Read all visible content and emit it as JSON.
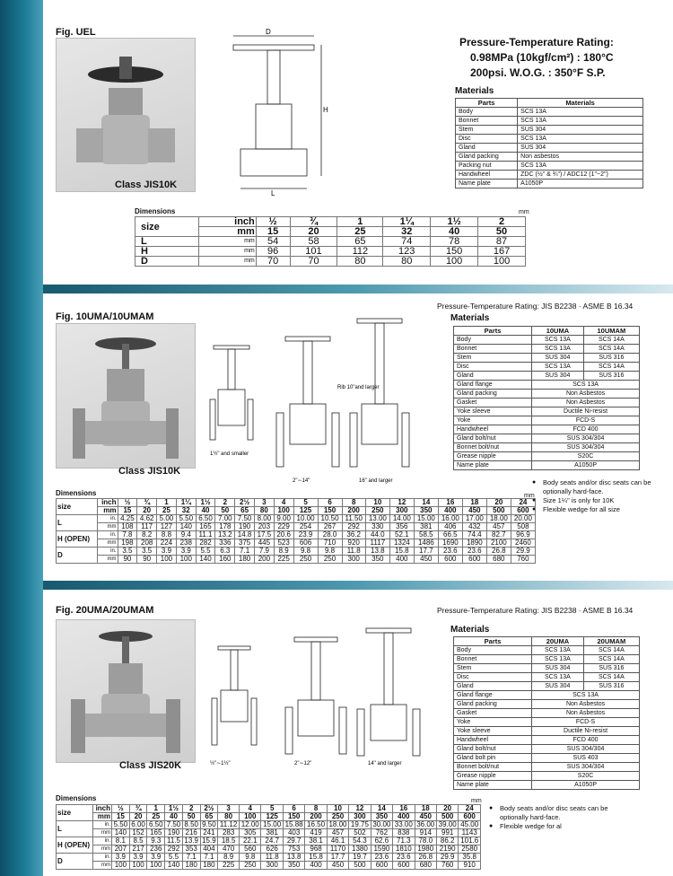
{
  "sec1": {
    "fig": "Fig. UEL",
    "class_label": "Class JIS10K",
    "rating_title": "Pressure-Temperature Rating:",
    "rating_line1": "0.98MPa (10kgf/cm²) : 180°C",
    "rating_line2": "200psi. W.O.G. : 350°F S.P.",
    "materials_title": "Materials",
    "mat_headers": [
      "Parts",
      "Materials"
    ],
    "materials": [
      [
        "Body",
        "SCS 13A"
      ],
      [
        "Bonnet",
        "SCS 13A"
      ],
      [
        "Stem",
        "SUS 304"
      ],
      [
        "Disc",
        "SCS 13A"
      ],
      [
        "Gland",
        "SUS 304"
      ],
      [
        "Gland packing",
        "Non asbestos"
      ],
      [
        "Packing nut",
        "SCS 13A"
      ],
      [
        "Handwheel",
        "ZDC (½\" & ¾\") / ADC12 (1\"~2\")"
      ],
      [
        "Name plate",
        "A1050P"
      ]
    ],
    "dim_title": "Dimensions",
    "dim_unit": "mm",
    "dim_head": [
      "size",
      "inch",
      "mm"
    ],
    "inch": [
      "½",
      "¾",
      "1",
      "1¼",
      "1½",
      "2"
    ],
    "mm": [
      "15",
      "20",
      "25",
      "32",
      "40",
      "50"
    ],
    "rows": [
      {
        "label": "L",
        "unit": "mm",
        "vals": [
          "54",
          "58",
          "65",
          "74",
          "78",
          "87"
        ]
      },
      {
        "label": "H",
        "unit": "mm",
        "vals": [
          "96",
          "101",
          "112",
          "123",
          "150",
          "167"
        ]
      },
      {
        "label": "D",
        "unit": "mm",
        "vals": [
          "70",
          "70",
          "80",
          "80",
          "100",
          "100"
        ]
      }
    ],
    "drawing_labels": {
      "d": "D",
      "h": "H",
      "l": "L"
    }
  },
  "sec2": {
    "fig": "Fig. 10UMA/10UMAM",
    "class_label": "Class JIS10K",
    "rating": "Pressure-Temperature Rating: JIS B2238 · ASME B 16.34",
    "materials_title": "Materials",
    "mat_headers": [
      "Parts",
      "10UMA",
      "10UMAM"
    ],
    "materials": [
      [
        "Body",
        "SCS 13A",
        "SCS 14A"
      ],
      [
        "Bonnet",
        "SCS 13A",
        "SCS 14A"
      ],
      [
        "Stem",
        "SUS 304",
        "SUS 316"
      ],
      [
        "Disc",
        "SCS 13A",
        "SCS 14A"
      ],
      [
        "Gland",
        "SUS 304",
        "SUS 316"
      ],
      [
        "Gland flange",
        "SCS 13A"
      ],
      [
        "Gland packing",
        "Non Asbestos"
      ],
      [
        "Gasket",
        "Non Asbestos"
      ],
      [
        "Yoke sleeve",
        "Ductile Ni-resist"
      ],
      [
        "Yoke",
        "FCD-S"
      ],
      [
        "Handwheel",
        "FCD 400"
      ],
      [
        "Gland bolt/nut",
        "SUS 304/304"
      ],
      [
        "Bonnet bolt/nut",
        "SUS 304/304"
      ],
      [
        "Grease nipple",
        "S20C"
      ],
      [
        "Name plate",
        "A1050P"
      ]
    ],
    "notes": [
      "Body seats and/or disc seats can be optionally hard-face.",
      "Size 1¼\" is only for 10K",
      "Flexible wedge for all size"
    ],
    "drawing_captions": [
      "1½\" and smaller",
      "2\"∼14\"",
      "16\" and larger"
    ],
    "rib_note": "Rib 10\"and larger",
    "dim_title": "Dimensions",
    "dim_unit": "mm",
    "dim_head": [
      "size",
      "inch",
      "mm"
    ],
    "inch": [
      "½",
      "¾",
      "1",
      "1¼",
      "1½",
      "2",
      "2½",
      "3",
      "4",
      "5",
      "6",
      "8",
      "10",
      "12",
      "14",
      "16",
      "18",
      "20",
      "24"
    ],
    "mm": [
      "15",
      "20",
      "25",
      "32",
      "40",
      "50",
      "65",
      "80",
      "100",
      "125",
      "150",
      "200",
      "250",
      "300",
      "350",
      "400",
      "450",
      "500",
      "600"
    ],
    "rows": [
      {
        "label": "L",
        "in": [
          "4.25",
          "4.62",
          "5.00",
          "5.50",
          "6.50",
          "7.00",
          "7.50",
          "8.00",
          "9.00",
          "10.00",
          "10.50",
          "11.50",
          "13.00",
          "14.00",
          "15.00",
          "16.00",
          "17.00",
          "18.00",
          "20.00"
        ],
        "mm": [
          "108",
          "117",
          "127",
          "140",
          "165",
          "178",
          "190",
          "203",
          "229",
          "254",
          "267",
          "292",
          "330",
          "356",
          "381",
          "406",
          "432",
          "457",
          "508"
        ]
      },
      {
        "label": "H (OPEN)",
        "in": [
          "7.8",
          "8.2",
          "8.8",
          "9.4",
          "11.1",
          "13.2",
          "14.8",
          "17.5",
          "20.6",
          "23.9",
          "28.0",
          "36.2",
          "44.0",
          "52.1",
          "58.5",
          "66.5",
          "74.4",
          "82.7",
          "96.9"
        ],
        "mm": [
          "198",
          "208",
          "224",
          "238",
          "282",
          "336",
          "375",
          "445",
          "523",
          "606",
          "710",
          "920",
          "1117",
          "1324",
          "1486",
          "1690",
          "1890",
          "2100",
          "2460"
        ]
      },
      {
        "label": "D",
        "in": [
          "3.5",
          "3.5",
          "3.9",
          "3.9",
          "5.5",
          "6.3",
          "7.1",
          "7.9",
          "8.9",
          "9.8",
          "9.8",
          "11.8",
          "13.8",
          "15.8",
          "17.7",
          "23.6",
          "23.6",
          "26.8",
          "29.9"
        ],
        "mm": [
          "90",
          "90",
          "100",
          "100",
          "140",
          "160",
          "180",
          "200",
          "225",
          "250",
          "250",
          "300",
          "350",
          "400",
          "450",
          "600",
          "600",
          "680",
          "760"
        ]
      }
    ],
    "unit_in": "in.",
    "unit_mm": "mm"
  },
  "sec3": {
    "fig": "Fig. 20UMA/20UMAM",
    "class_label": "Class JIS20K",
    "rating": "Pressure-Temperature Rating: JIS B2238 · ASME B 16.34",
    "materials_title": "Materials",
    "mat_headers": [
      "Parts",
      "20UMA",
      "20UMAM"
    ],
    "materials": [
      [
        "Body",
        "SCS 13A",
        "SCS 14A"
      ],
      [
        "Bonnet",
        "SCS 13A",
        "SCS 14A"
      ],
      [
        "Stem",
        "SUS 304",
        "SUS 316"
      ],
      [
        "Disc",
        "SCS 13A",
        "SCS 14A"
      ],
      [
        "Gland",
        "SUS 304",
        "SUS 316"
      ],
      [
        "Gland flange",
        "SCS 13A"
      ],
      [
        "Gland packing",
        "Non Asbestos"
      ],
      [
        "Gasket",
        "Non Asbestos"
      ],
      [
        "Yoke",
        "FCD-S"
      ],
      [
        "Yoke sleeve",
        "Ductile Ni-resist"
      ],
      [
        "Handwheel",
        "FCD 400"
      ],
      [
        "Gland bolt/nut",
        "SUS 304/304"
      ],
      [
        "Gland bolt pin",
        "SUS 403"
      ],
      [
        "Bonnet bolt/nut",
        "SUS 304/304"
      ],
      [
        "Grease nipple",
        "S20C"
      ],
      [
        "Name plate",
        "A1050P"
      ]
    ],
    "notes": [
      "Body seats and/or disc seats can be optionally hard-face.",
      "Flexible wedge for al"
    ],
    "drawing_captions": [
      "½\"∼1½\"",
      "2\"∼12\"",
      "14\" and larger"
    ],
    "dim_title": "Dimensions",
    "dim_unit": "mm",
    "dim_head": [
      "size",
      "inch",
      "mm"
    ],
    "inch": [
      "½",
      "¾",
      "1",
      "1½",
      "2",
      "2½",
      "3",
      "4",
      "5",
      "6",
      "8",
      "10",
      "12",
      "14",
      "16",
      "18",
      "20",
      "24"
    ],
    "mm": [
      "15",
      "20",
      "25",
      "40",
      "50",
      "65",
      "80",
      "100",
      "125",
      "150",
      "200",
      "250",
      "300",
      "350",
      "400",
      "450",
      "500",
      "600"
    ],
    "rows": [
      {
        "label": "L",
        "in": [
          "5.50",
          "6.00",
          "6.50",
          "7.50",
          "8.50",
          "9.50",
          "11.12",
          "12.00",
          "15.00",
          "15.88",
          "16.50",
          "18.00",
          "19.75",
          "30.00",
          "33.00",
          "36.00",
          "39.00",
          "45.00"
        ],
        "mm": [
          "140",
          "152",
          "165",
          "190",
          "216",
          "241",
          "283",
          "305",
          "381",
          "403",
          "419",
          "457",
          "502",
          "762",
          "838",
          "914",
          "991",
          "1143"
        ]
      },
      {
        "label": "H (OPEN)",
        "in": [
          "8.1",
          "8.5",
          "9.3",
          "11.5",
          "13.9",
          "15.9",
          "18.5",
          "22.1",
          "24.7",
          "29.7",
          "38.1",
          "46.1",
          "54.3",
          "62.6",
          "71.3",
          "78.0",
          "86.2",
          "101.6"
        ],
        "mm": [
          "207",
          "217",
          "236",
          "292",
          "353",
          "404",
          "470",
          "560",
          "626",
          "753",
          "968",
          "1170",
          "1380",
          "1590",
          "1810",
          "1980",
          "2190",
          "2580"
        ]
      },
      {
        "label": "D",
        "in": [
          "3.9",
          "3.9",
          "3.9",
          "5.5",
          "7.1",
          "7.1",
          "8.9",
          "9.8",
          "11.8",
          "13.8",
          "15.8",
          "17.7",
          "19.7",
          "23.6",
          "23.6",
          "26.8",
          "29.9",
          "35.8"
        ],
        "mm": [
          "100",
          "100",
          "100",
          "140",
          "180",
          "180",
          "225",
          "250",
          "300",
          "350",
          "400",
          "450",
          "500",
          "600",
          "600",
          "680",
          "760",
          "910"
        ]
      }
    ],
    "unit_in": "in.",
    "unit_mm": "mm"
  }
}
